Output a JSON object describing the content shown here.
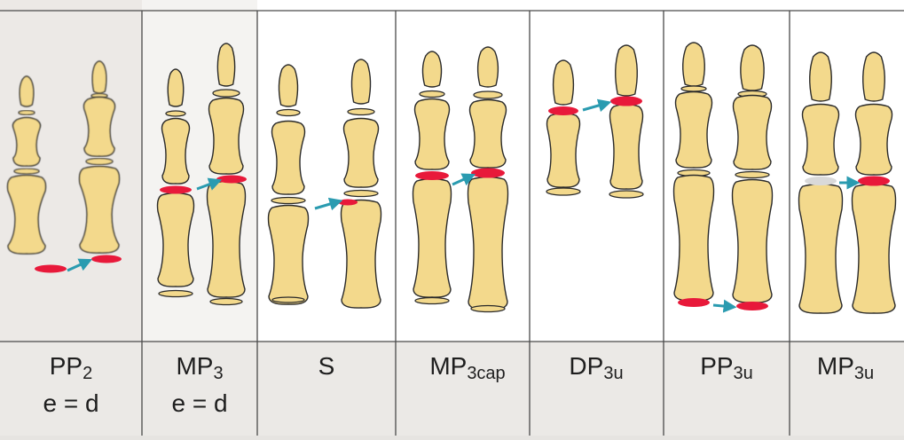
{
  "columns": [
    {
      "id": "pp2",
      "name": "PP",
      "subscript": "2",
      "note": "e = d"
    },
    {
      "id": "mp3",
      "name": "MP",
      "subscript": "3",
      "note": "e = d"
    },
    {
      "id": "s",
      "name": "S",
      "subscript": "",
      "note": ""
    },
    {
      "id": "mp3cap",
      "name": "MP",
      "subscript": "3cap",
      "note": ""
    },
    {
      "id": "dp3u",
      "name": "DP",
      "subscript": "3u",
      "note": ""
    },
    {
      "id": "pp3u",
      "name": "PP",
      "subscript": "3u",
      "note": ""
    },
    {
      "id": "mp3u",
      "name": "MP",
      "subscript": "3u",
      "note": ""
    }
  ],
  "colors": {
    "bone": "#f3d98c",
    "bone_outline": "#2a2a2a",
    "epiphysis_marker": "#e8193a",
    "fused_marker": "#d9d9d9",
    "arrow": "#2a9bb0",
    "panel_background": "#ffffff",
    "label_background": "#ebe9e6",
    "divider": "#555555"
  }
}
